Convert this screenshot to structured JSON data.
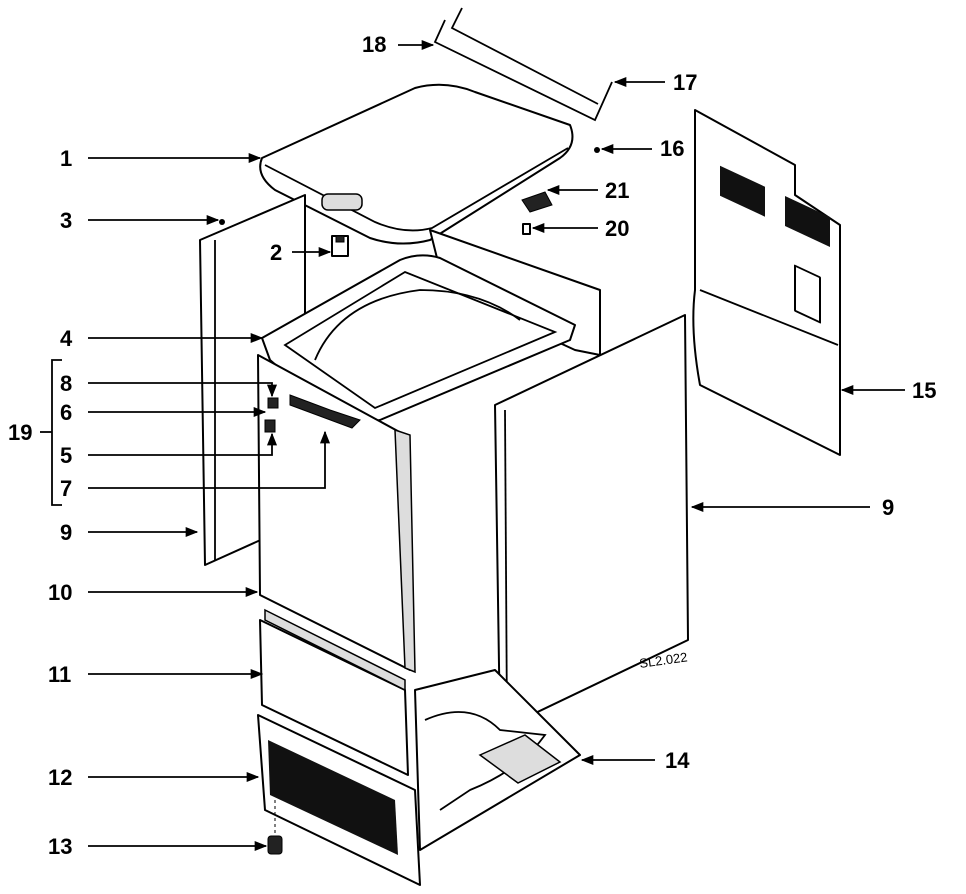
{
  "diagram": {
    "drawing_code": "SL2.022",
    "callouts": {
      "c1": "1",
      "c2": "2",
      "c3": "3",
      "c4": "4",
      "c5": "5",
      "c6": "6",
      "c7": "7",
      "c8": "8",
      "c9_left": "9",
      "c9_right": "9",
      "c10": "10",
      "c11": "11",
      "c12": "12",
      "c13": "13",
      "c14": "14",
      "c15": "15",
      "c16": "16",
      "c17": "17",
      "c18": "18",
      "c19": "19",
      "c20": "20",
      "c21": "21"
    }
  }
}
